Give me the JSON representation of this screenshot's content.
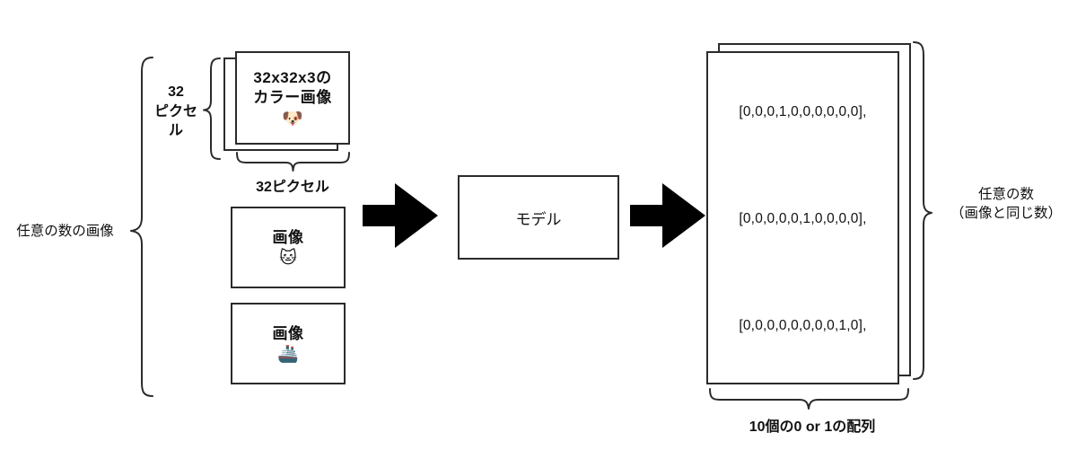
{
  "diagram": {
    "title": "image-classification-dataflow",
    "left": {
      "bracket_label": "任意の数の画像",
      "height_label": "32\nピクセル",
      "width_label": "32ピクセル",
      "cards": [
        {
          "line1": "32x32x3の",
          "line2": "カラー画像",
          "emoji": "🐶",
          "emoji_name": "dog-face-emoji",
          "stacked": true
        },
        {
          "line1": "画像",
          "line2": "",
          "emoji": "🐱",
          "emoji_name": "cat-face-emoji",
          "stacked": false
        },
        {
          "line1": "画像",
          "line2": "",
          "emoji": "🚢",
          "emoji_name": "ship-emoji",
          "stacked": false
        }
      ]
    },
    "model": {
      "label": "モデル",
      "arrow_in_name": "arrow-right-into-model",
      "arrow_out_name": "arrow-right-out-of-model"
    },
    "right": {
      "vectors": [
        "[0,0,0,1,0,0,0,0,0,0],",
        "[0,0,0,0,0,1,0,0,0,0],",
        "[0,0,0,0,0,0,0,0,1,0],"
      ],
      "bracket_label": "任意の数\n（画像と同じ数）",
      "bottom_label": "10個の0 or 1の配列"
    },
    "colors": {
      "stroke": "#2b2b2b",
      "arrow": "#000000",
      "background": "#ffffff",
      "text": "#111111"
    }
  }
}
